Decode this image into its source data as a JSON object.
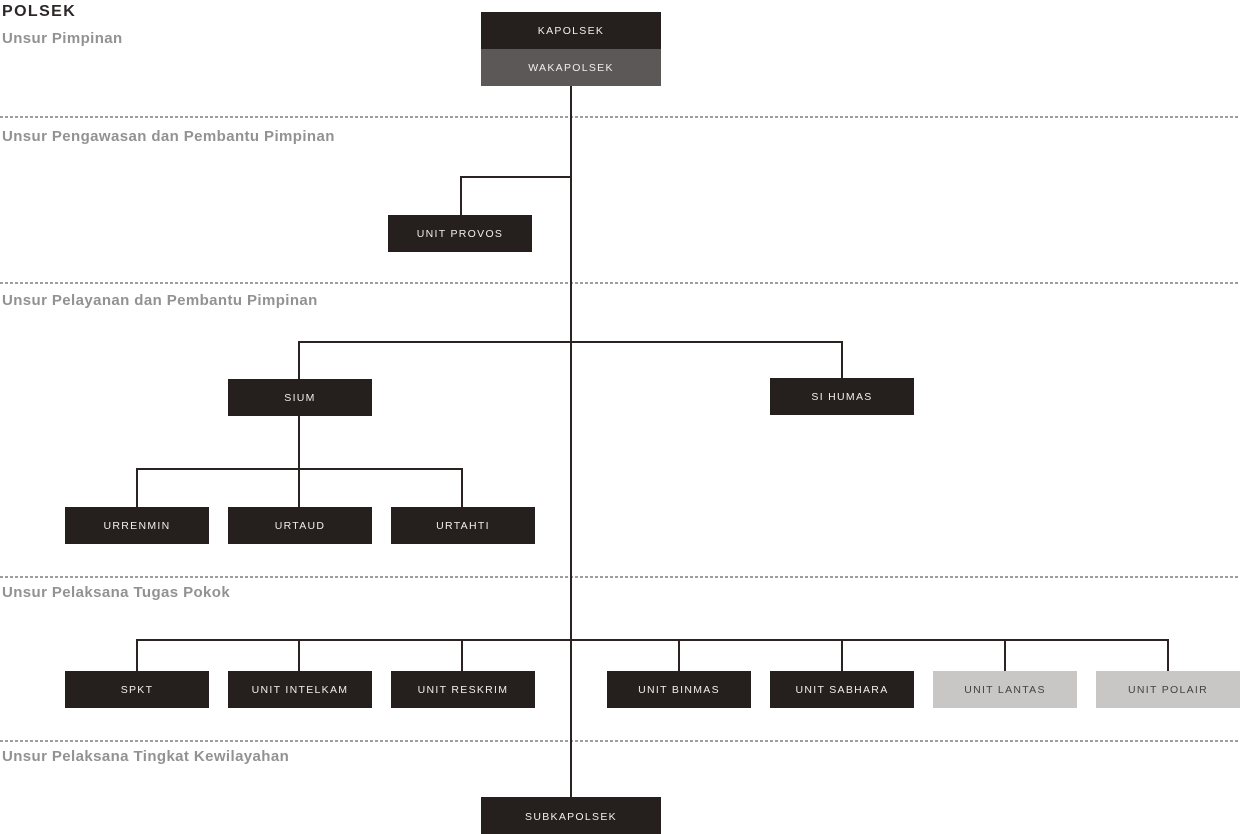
{
  "title": "POLSEK",
  "sections": [
    {
      "label": "Unsur Pimpinan"
    },
    {
      "label": "Unsur Pengawasan dan Pembantu Pimpinan"
    },
    {
      "label": "Unsur Pelayanan dan Pembantu Pimpinan"
    },
    {
      "label": "Unsur Pelaksana Tugas Pokok"
    },
    {
      "label": "Unsur Pelaksana Tingkat Kewilayahan"
    }
  ],
  "nodes": {
    "kapolsek": {
      "label": "KAPOLSEK",
      "variant": "dark"
    },
    "wakapolsek": {
      "label": "WAKAPOLSEK",
      "variant": "gray"
    },
    "unit_provos": {
      "label": "UNIT PROVOS",
      "variant": "dark"
    },
    "sium": {
      "label": "SIUM",
      "variant": "dark"
    },
    "si_humas": {
      "label": "SI HUMAS",
      "variant": "dark"
    },
    "urrenmin": {
      "label": "URRENMIN",
      "variant": "dark"
    },
    "urtaud": {
      "label": "URTAUD",
      "variant": "dark"
    },
    "urtahti": {
      "label": "URTAHTI",
      "variant": "dark"
    },
    "spkt": {
      "label": "SPKT",
      "variant": "dark"
    },
    "unit_intelkam": {
      "label": "UNIT INTELKAM",
      "variant": "dark"
    },
    "unit_reskrim": {
      "label": "UNIT RESKRIM",
      "variant": "dark"
    },
    "unit_binmas": {
      "label": "UNIT BINMAS",
      "variant": "dark"
    },
    "unit_sabhara": {
      "label": "UNIT SABHARA",
      "variant": "dark"
    },
    "unit_lantas": {
      "label": "UNIT LANTAS",
      "variant": "light"
    },
    "unit_polair": {
      "label": "UNIT POLAIR",
      "variant": "light"
    },
    "subkapolsek": {
      "label": "SUBKAPOLSEK",
      "variant": "dark"
    }
  },
  "colors": {
    "node_dark": "#251f1e",
    "node_gray": "#5b5857",
    "node_light": "#c8c7c6",
    "node_text_on_dark": "#f1efee",
    "node_text_on_light": "#464040",
    "connector": "#2a2321",
    "divider_dash": "#9d9d9d",
    "section_label": "#929292",
    "title": "#2d2727",
    "background": "#ffffff"
  }
}
